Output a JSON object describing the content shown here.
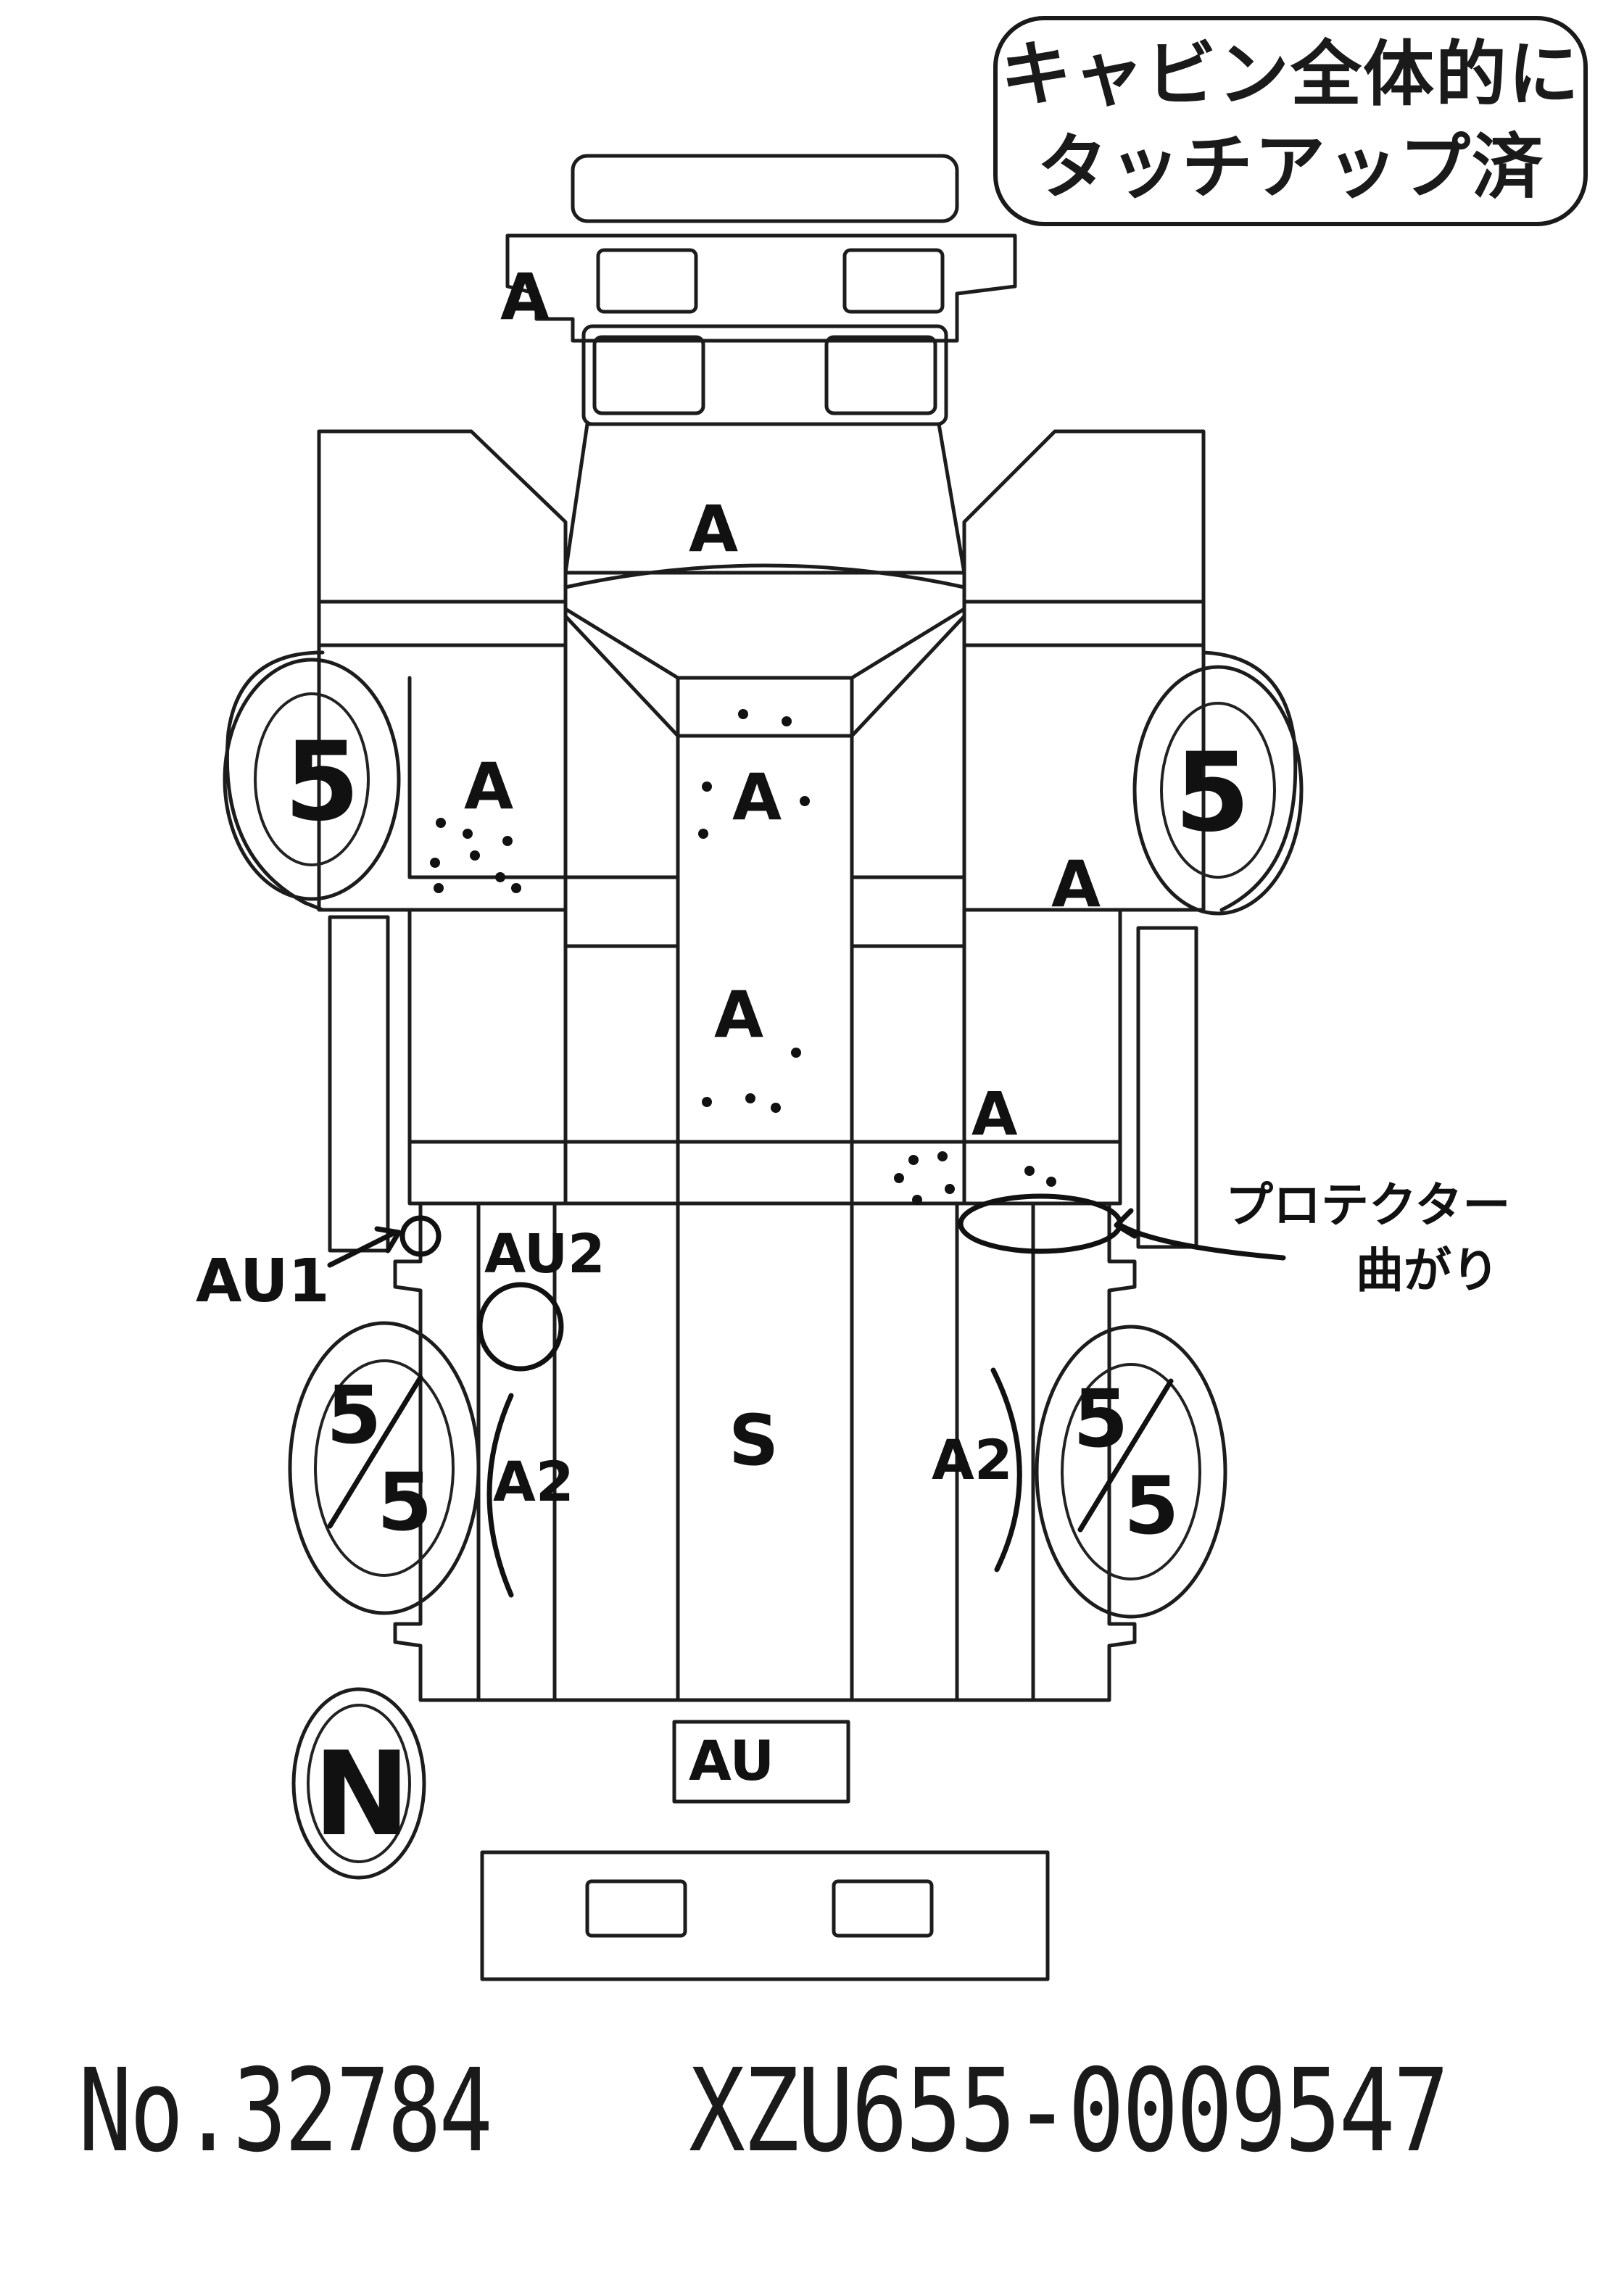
{
  "note": {
    "line1": "キャビン全体的に",
    "line2": "タッチアップ済"
  },
  "footer": {
    "lot_number": "No.32784",
    "chassis_number": "XZU655-0009547"
  },
  "marks": {
    "front_bumper": "A",
    "hood": "A",
    "windshield": "A",
    "cab_left": "A",
    "right_door": "A",
    "floor": "A",
    "protector": "A",
    "bed": "S",
    "rear": "AU",
    "left_front_tire": "5",
    "right_front_tire": "5",
    "left_rear_tire_top": "5",
    "left_rear_tire_bottom": "5",
    "right_rear_tire_top": "5",
    "right_rear_tire_bottom": "5",
    "left_rear_fender": "A2",
    "right_rear_fender": "A2",
    "left_mirror": "AU1",
    "left_step": "AU2",
    "spare": "N"
  },
  "annotations": {
    "protector_line1": "プロテクター",
    "protector_line2": "曲がり"
  },
  "colors": {
    "ink": "#111111",
    "background": "#ffffff"
  }
}
